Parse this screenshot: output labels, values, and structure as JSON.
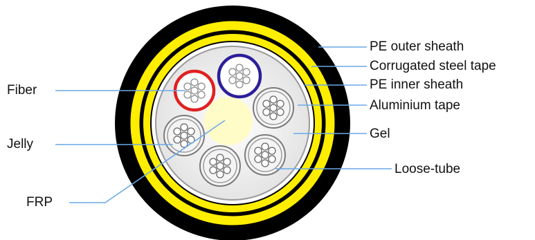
{
  "labels": {
    "fiber": "Fiber",
    "jelly": "Jelly",
    "frp": "FRP",
    "pe_outer_sheath": "PE outer sheath",
    "corrugated_steel_tape": "Corrugated steel tape",
    "pe_inner_sheath": "PE inner sheath",
    "aluminium_tape": "Aluminium tape",
    "gel": "Gel",
    "loose_tube": "Loose-tube"
  },
  "colors": {
    "outer_sheath": "#000000",
    "steel_tape": "#ffee00",
    "inner_sheath": "#e6e6e6",
    "frp": "#fffcc8",
    "fiber_tube_red": "#e02020",
    "fiber_tube_blue": "#2c1f9a",
    "leader_line": "#6aa9e8"
  }
}
